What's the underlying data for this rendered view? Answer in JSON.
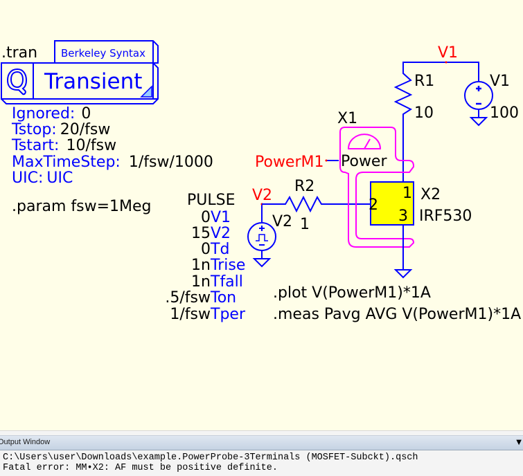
{
  "tran_directive": {
    "keyword": ".tran",
    "syntax_tab": "Berkeley Syntax",
    "title": "Transient",
    "icon": "q-logo-icon",
    "params": [
      {
        "label": "Ignored:",
        "value": "0"
      },
      {
        "label": "Tstop:",
        "value": "20/fsw"
      },
      {
        "label": "Tstart:",
        "value": "10/fsw"
      },
      {
        "label": "MaxTimeStep:",
        "value": "1/fsw/1000"
      },
      {
        "label": "UIC:",
        "value": "UIC"
      }
    ]
  },
  "param_directive": ".param fsw=1Meg",
  "v2_source": {
    "type": "PULSE",
    "net_label": "V2",
    "ref": "V2",
    "params": [
      {
        "value": "0",
        "name": "V1"
      },
      {
        "value": "15",
        "name": "V2"
      },
      {
        "value": "0",
        "name": "Td"
      },
      {
        "value": "1n",
        "name": "Trise"
      },
      {
        "value": "1n",
        "name": "Tfall"
      },
      {
        "value": ".5/fsw",
        "name": "Ton"
      },
      {
        "value": "1/fsw",
        "name": "Tper"
      }
    ]
  },
  "r2": {
    "ref": "R2",
    "value": "1"
  },
  "r1": {
    "ref": "R1",
    "value": "10"
  },
  "v1_source": {
    "net_label": "V1",
    "ref": "V1",
    "value": "100"
  },
  "probe": {
    "ref": "X1",
    "label": "Power",
    "net_label": "PowerM1"
  },
  "mosfet": {
    "ref": "X2",
    "model": "IRF530",
    "pins": [
      "1",
      "2",
      "3"
    ]
  },
  "directives": {
    "plot": ".plot V(PowerM1)*1A",
    "meas": ".meas Pavg AVG V(PowerM1)*1A"
  },
  "output_window": {
    "title": "Output Window",
    "lines": [
      "C:\\Users\\user\\Downloads\\example.PowerProbe-3Terminals (MOSFET-Subckt).qsch",
      "Fatal error: MM•X2: AF must be positive definite."
    ]
  },
  "colors": {
    "background": "#fffee8",
    "wire": "#0000ff",
    "net_label": "#ff0000",
    "probe": "#ff00ff",
    "mosfet_fill": "#ffff00"
  }
}
